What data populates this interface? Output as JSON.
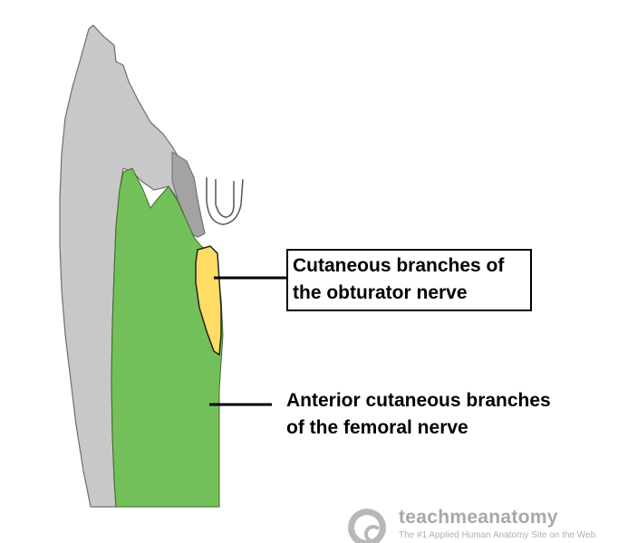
{
  "labels": {
    "obturator": {
      "line1": "Cutaneous branches of",
      "line2": "the obturator nerve"
    },
    "femoral": {
      "line1": "Anterior cutaneous branches",
      "line2": "of the femoral nerve"
    }
  },
  "watermark": {
    "name": "teachmeanatomy",
    "tagline": "The #1 Applied Human Anatomy Site on the Web."
  },
  "colors": {
    "skin_grey": "#c8c8c8",
    "dark_grey": "#a3a3a3",
    "femoral_green": "#73c05a",
    "obturator_yellow": "#ffdc64",
    "outline": "#222222"
  }
}
